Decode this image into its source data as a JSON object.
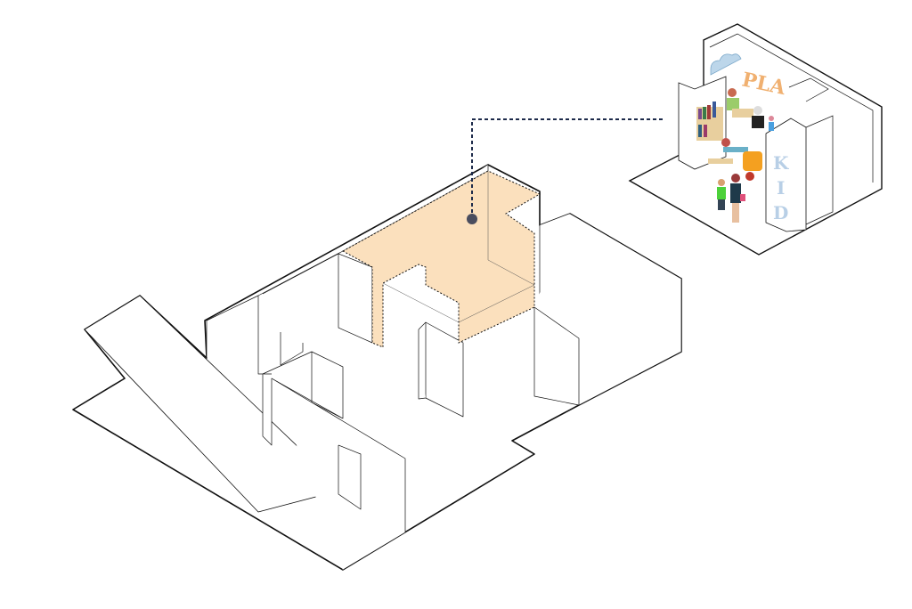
{
  "inset": {
    "wall_text_top": "PLA",
    "wall_text_side": [
      "K",
      "I",
      "D"
    ]
  },
  "colors": {
    "highlight": "#fbe0bd",
    "leader": "#1d2a4a",
    "line": "#111111",
    "top_letters": "#f0b070",
    "side_letters": "#b8cfe6"
  }
}
